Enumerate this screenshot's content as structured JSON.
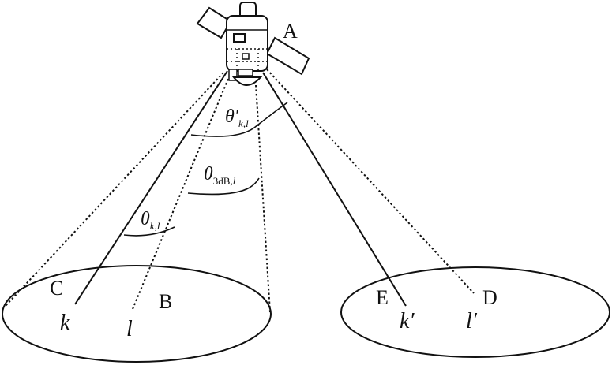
{
  "labels": {
    "A": "A",
    "B": "B",
    "C": "C",
    "D": "D",
    "E": "E"
  },
  "beams": {
    "k": "k",
    "l": "l",
    "k_prime": "k′",
    "l_prime": "l′"
  },
  "angles": {
    "theta_prime": {
      "symbol": "θ′",
      "sub": "k,l"
    },
    "theta_3db": {
      "symbol": "θ",
      "sub_a": "3dB",
      "sub_b": ",l"
    },
    "theta": {
      "symbol": "θ",
      "sub": "k,l"
    }
  }
}
